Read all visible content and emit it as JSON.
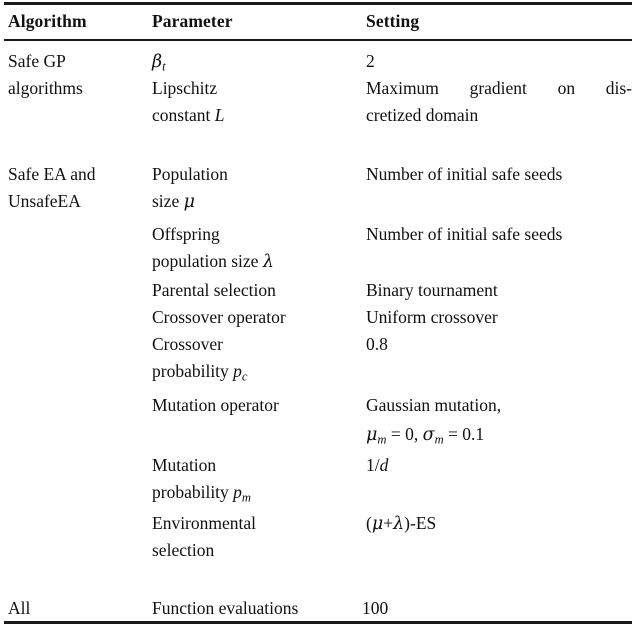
{
  "document": {
    "type": "academic-table",
    "caption_absent": true
  },
  "colors": {
    "text": "#111111",
    "rule": "#1a1a1a",
    "background": "#ffffff"
  },
  "header": {
    "columns": [
      {
        "key": "algorithm",
        "label": "Algorithm"
      },
      {
        "key": "parameter",
        "label": "Parameter"
      },
      {
        "key": "setting",
        "label": "Setting"
      }
    ]
  },
  "rows": [
    {
      "group": "safe-gp",
      "algorithm_lines": [
        "Safe GP",
        "algorithms"
      ],
      "entries": [
        {
          "parameter_lines": [
            "βt"
          ],
          "parameter_plain": "β_t",
          "setting_lines": [
            "2"
          ],
          "setting_plain": "2"
        },
        {
          "parameter_lines": [
            "Lipschitz",
            "constant L"
          ],
          "parameter_plain": "Lipschitz constant L",
          "setting_lines": [
            "Maximum gradient on dis-",
            "cretized domain"
          ],
          "setting_plain": "Maximum gradient on discretized domain"
        }
      ]
    },
    {
      "group": "safe-ea",
      "algorithm_lines": [
        "Safe EA and",
        "UnsafeEA"
      ],
      "entries": [
        {
          "parameter_lines": [
            "Population",
            "size μ"
          ],
          "parameter_plain": "Population size μ",
          "setting_lines": [
            "Number of initial safe seeds"
          ],
          "setting_plain": "Number of initial safe seeds"
        },
        {
          "parameter_lines": [
            "Offspring",
            "population size λ"
          ],
          "parameter_plain": "Offspring population size λ",
          "setting_lines": [
            "Number of initial safe seeds"
          ],
          "setting_plain": "Number of initial safe seeds"
        },
        {
          "parameter_lines": [
            "Parental selection"
          ],
          "parameter_plain": "Parental selection",
          "setting_lines": [
            "Binary tournament"
          ],
          "setting_plain": "Binary tournament"
        },
        {
          "parameter_lines": [
            "Crossover operator"
          ],
          "parameter_plain": "Crossover operator",
          "setting_lines": [
            "Uniform crossover"
          ],
          "setting_plain": "Uniform crossover"
        },
        {
          "parameter_lines": [
            "Crossover",
            "probability pc"
          ],
          "parameter_plain": "Crossover probability p_c",
          "setting_lines": [
            "0.8"
          ],
          "setting_plain": "0.8"
        },
        {
          "parameter_lines": [
            "Mutation operator"
          ],
          "parameter_plain": "Mutation operator",
          "setting_lines": [
            "Gaussian mutation,",
            "μm = 0, σm = 0.1"
          ],
          "setting_plain": "Gaussian mutation, μ_m = 0, σ_m = 0.1"
        },
        {
          "parameter_lines": [
            "Mutation",
            "probability pm"
          ],
          "parameter_plain": "Mutation probability p_m",
          "setting_lines": [
            "1/d"
          ],
          "setting_plain": "1/d"
        },
        {
          "parameter_lines": [
            "Environmental",
            "selection"
          ],
          "parameter_plain": "Environmental selection",
          "setting_lines": [
            "(μ+λ)-ES"
          ],
          "setting_plain": "(μ+λ)-ES"
        }
      ]
    },
    {
      "group": "all",
      "algorithm_lines": [
        "All"
      ],
      "entries": [
        {
          "parameter_lines": [
            "Function evaluations"
          ],
          "parameter_plain": "Function evaluations",
          "setting_lines": [
            "100"
          ],
          "setting_plain": "100"
        }
      ]
    }
  ],
  "text": {
    "algo_safe_gp_1": "Safe GP",
    "algo_safe_gp_2": "algorithms",
    "algo_safe_ea_1": "Safe EA and",
    "algo_safe_ea_2": "UnsafeEA",
    "algo_all": "All",
    "param_lipschitz_1": "Lipschitz",
    "param_lipschitz_2": "constant",
    "param_population_1": "Population",
    "param_population_2": "size",
    "param_offspring_1": "Offspring",
    "param_offspring_2": "population size",
    "param_parental": "Parental selection",
    "param_crossover_op": "Crossover operator",
    "param_crossover_1": "Crossover",
    "param_crossover_2": "probability",
    "param_mutation_op": "Mutation operator",
    "param_mutation_1": "Mutation",
    "param_mutation_2": "probability",
    "param_environmental_1": "Environmental",
    "param_environmental_2": "selection",
    "param_function_evals": "Function evaluations",
    "set_beta": "2",
    "set_max_grad_1": "Maximum gradient on dis-",
    "set_max_grad_2": "cretized domain",
    "set_num_seeds_1": "Number of initial safe seeds",
    "set_num_seeds_2": "Number of initial safe seeds",
    "set_binary_tournament": "Binary tournament",
    "set_uniform_crossover": "Uniform crossover",
    "set_crossover_prob": "0.8",
    "set_gaussian_1": "Gaussian mutation,",
    "set_one_over_d_num": "1/",
    "set_one_over_d_den": "d",
    "set_es_suffix": ")-ES",
    "set_func_evals": "100"
  },
  "symbols": {
    "beta": "β",
    "mu": "μ",
    "lambda": "λ",
    "sigma": "σ",
    "sub_t": "t",
    "sub_c": "c",
    "sub_m": "m",
    "var_L": "L",
    "var_p": "p",
    "var_d": "d",
    "eq_mu_m": " = 0, ",
    "eq_sigma_m": " = 0.1",
    "paren_open": "(",
    "plus": "+"
  }
}
